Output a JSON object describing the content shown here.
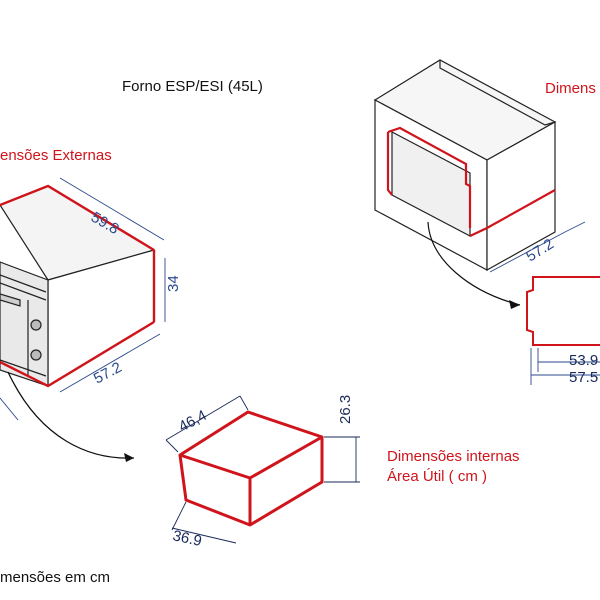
{
  "title": "Forno ESP/ESI (45L)",
  "labels": {
    "external": "ensões Externas",
    "external_top_right": "Dimens",
    "internal_line1": "Dimensões internas",
    "internal_line2": "Área Útil ( cm )",
    "footer": "mensões em cm"
  },
  "external_dims": {
    "depth": "59.8",
    "height": "34",
    "width": "57.2"
  },
  "internal_dims": {
    "depth": "46,4",
    "height": "26.3",
    "width": "36.9"
  },
  "cavity_dims": {
    "width": "57.2",
    "inner_width": "53.9",
    "outer_width": "57.5"
  },
  "colors": {
    "accent_red": "#d0141c",
    "dimension_blue": "#2b4a8c",
    "line": "#222222"
  }
}
